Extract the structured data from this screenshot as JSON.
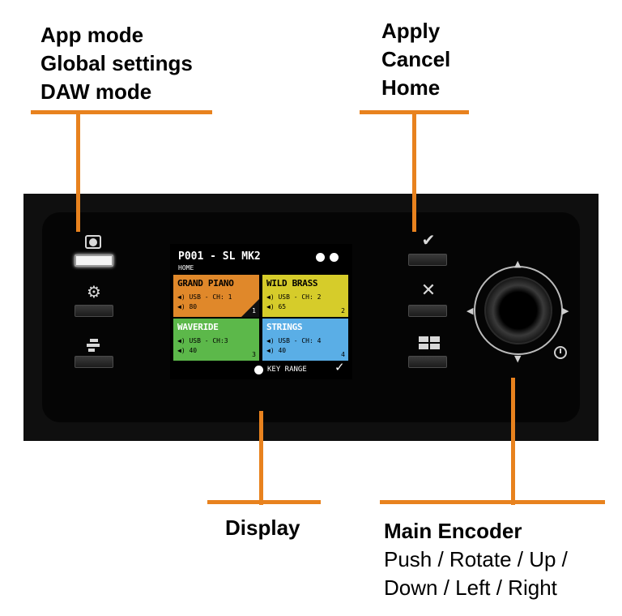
{
  "callouts": {
    "top_left": [
      "App mode",
      "Global settings",
      "DAW mode"
    ],
    "top_right": [
      "Apply",
      "Cancel",
      "Home"
    ],
    "bottom_center": "Display",
    "bottom_right_title": "Main Encoder",
    "bottom_right_desc": [
      "Push / Rotate / Up /",
      "Down / Left / Right"
    ]
  },
  "screen": {
    "title": "P001 - SL MK2",
    "subtitle": "HOME",
    "footer": "KEY RANGE",
    "tiles": [
      {
        "name": "GRAND PIANO",
        "route": "USB - CH: 1",
        "level": "80",
        "index": "1",
        "color": "#e0882a"
      },
      {
        "name": "WILD BRASS",
        "route": "USB - CH: 2",
        "level": "65",
        "index": "2",
        "color": "#d6cc2a"
      },
      {
        "name": "WAVERIDE",
        "route": "USB - CH:3",
        "level": "40",
        "index": "3",
        "color": "#5cb84a"
      },
      {
        "name": "STRINGS",
        "route": "USB - CH: 4",
        "level": "40",
        "index": "4",
        "color": "#5aaee6"
      }
    ]
  },
  "icons": {
    "left_buttons": [
      "app-mode-icon",
      "gear-icon",
      "daw-icon"
    ],
    "right_buttons": [
      "check-icon",
      "close-icon",
      "home-grid-icon"
    ]
  },
  "colors": {
    "accent_orange": "#e8821e",
    "panel": "#0f0f0f"
  }
}
